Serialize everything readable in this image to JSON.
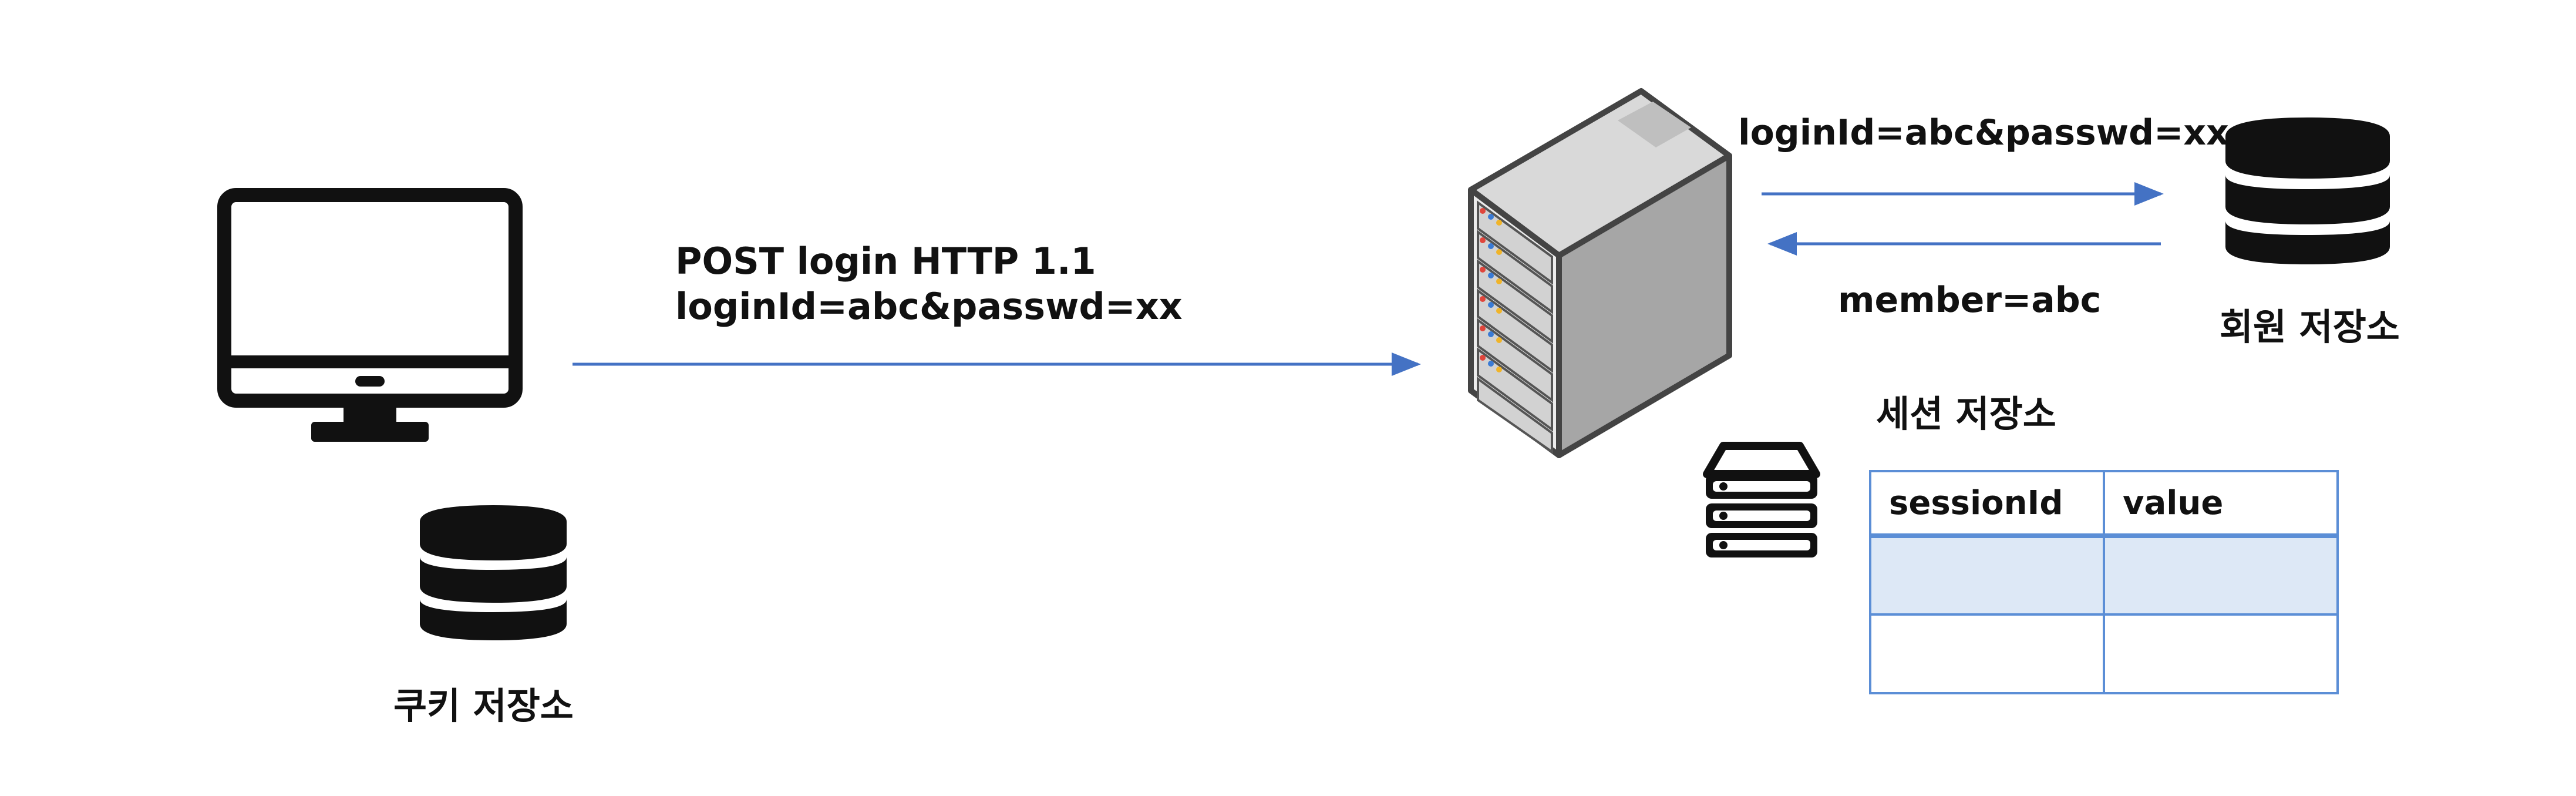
{
  "request": {
    "line1": "POST login HTTP 1.1",
    "line2": "loginId=abc&passwd=xx"
  },
  "member_query": "loginId=abc&passwd=xx",
  "member_response": "member=abc",
  "stores": {
    "cookie": "쿠키 저장소",
    "member": "회원 저장소",
    "session": "세션 저장소"
  },
  "session_table": {
    "columns": [
      "sessionId",
      "value"
    ],
    "rows": [
      [
        "",
        ""
      ],
      [
        "",
        ""
      ]
    ]
  },
  "icons": {
    "client": "monitor-icon",
    "server": "server-rack-icon",
    "cookie_db": "database-icon",
    "member_db": "database-icon",
    "session_store": "server-stack-icon"
  },
  "colors": {
    "arrow": "#4472c4",
    "table_border": "#5b8ed6",
    "table_shade": "#dde8f6"
  }
}
